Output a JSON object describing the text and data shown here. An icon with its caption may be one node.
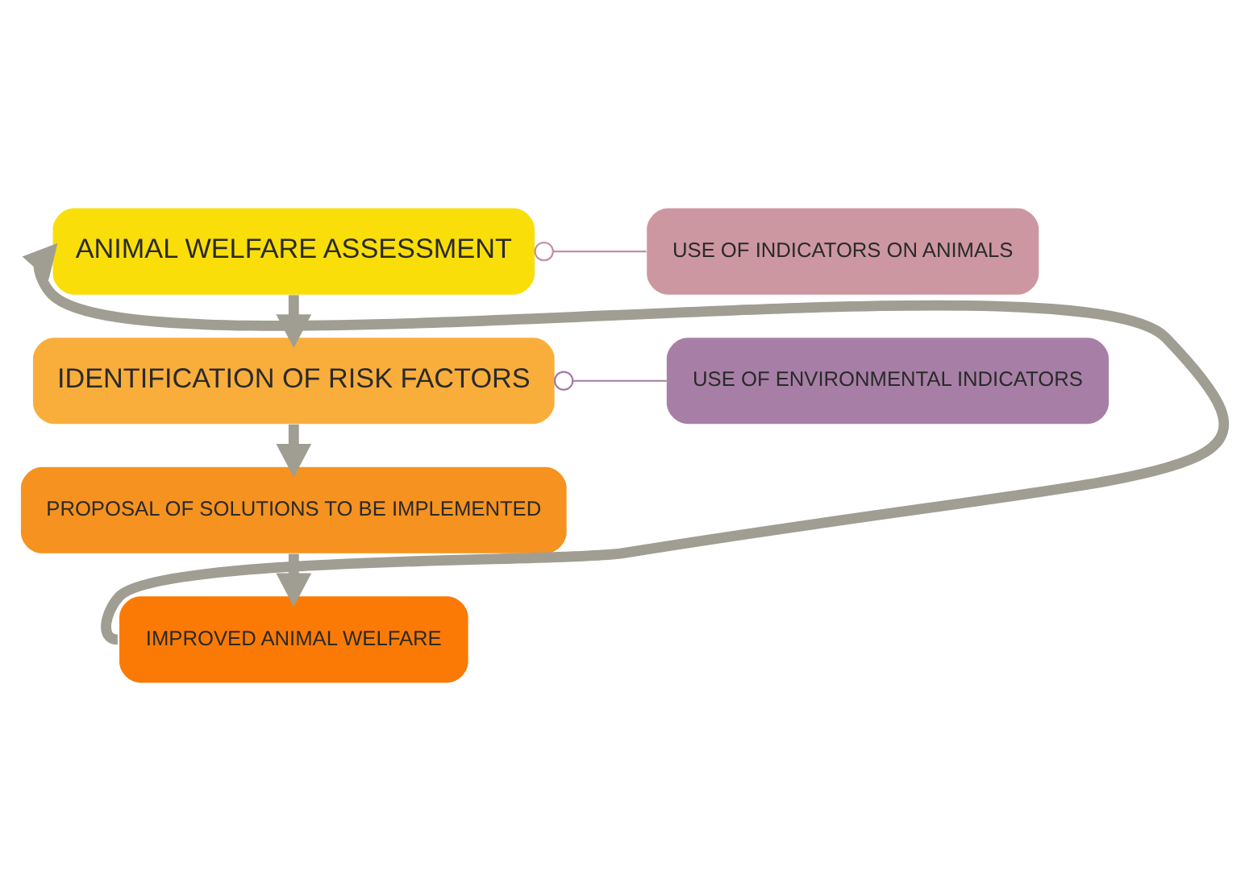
{
  "diagram": {
    "nodes": [
      {
        "text": [
          "ANIMAL WELFARE ASSESSMENT"
        ]
      },
      {
        "text": [
          "IDENTIFICATION OF RISK FACTORS"
        ]
      },
      {
        "text": [
          "PROPOSAL OF SOLUTIONS TO BE IMPLEMENTED"
        ]
      },
      {
        "text": [
          "IMPROVED ANIMAL WELFARE"
        ]
      },
      {
        "text": [
          "USE OF INDICATORS ON ANIMALS"
        ]
      },
      {
        "text": [
          "USE OF ENVIRONMENTAL INDICATORS"
        ]
      }
    ],
    "edges": [
      {
        "from": 0,
        "to": 1,
        "arrow": "to"
      },
      {
        "from": 1,
        "to": 2,
        "arrow": "to"
      },
      {
        "from": 2,
        "to": 3,
        "arrow": "to"
      },
      {
        "from": 3,
        "to": 0,
        "arrow": "to"
      },
      {
        "from": 0,
        "to": 4,
        "arrow": "other",
        "color": "#c48fa0"
      },
      {
        "from": 1,
        "to": 5,
        "arrow": "other",
        "color": "#a07aa3"
      }
    ]
  }
}
